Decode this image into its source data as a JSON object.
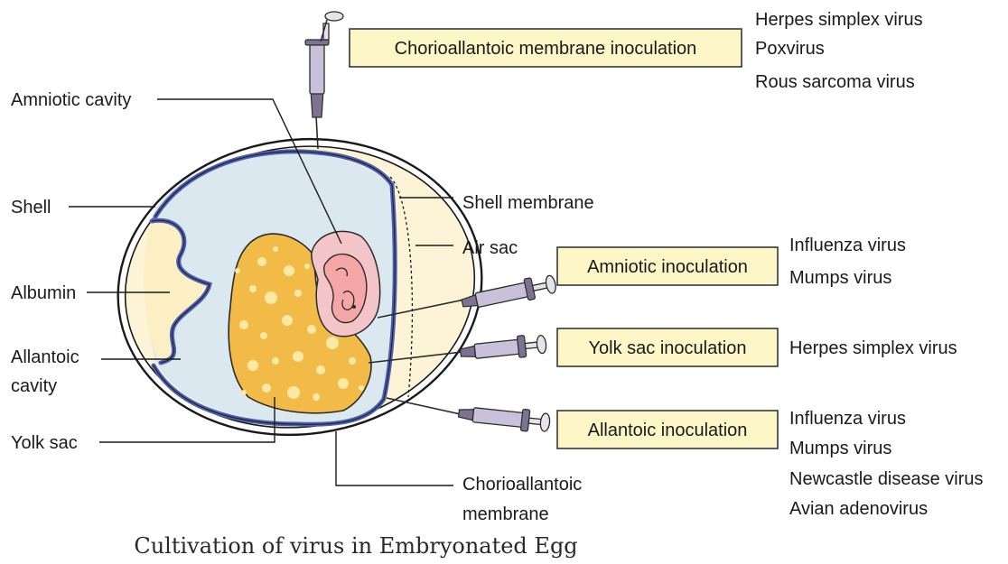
{
  "caption": "Cultivation of virus in Embryonated Egg",
  "labels": {
    "amniotic_cavity": "Amniotic cavity",
    "shell": "Shell",
    "albumin": "Albumin",
    "allantoic_cavity_1": "Allantoic",
    "allantoic_cavity_2": "cavity",
    "yolk_sac": "Yolk sac",
    "shell_membrane": "Shell membrane",
    "air_sac": "Air sac",
    "chorioallantoic_membrane_1": "Chorioallantoic",
    "chorioallantoic_membrane_2": "membrane"
  },
  "inoculations": {
    "cam": {
      "title": "Chorioallantoic membrane inoculation",
      "viruses": [
        "Herpes simplex virus",
        "Poxvirus",
        "Rous sarcoma virus"
      ]
    },
    "amniotic": {
      "title": "Amniotic inoculation",
      "viruses": [
        "Influenza virus",
        "Mumps virus"
      ]
    },
    "yolk": {
      "title": "Yolk sac inoculation",
      "viruses": [
        "Herpes simplex virus"
      ]
    },
    "allantoic": {
      "title": "Allantoic inoculation",
      "viruses": [
        "Influenza virus",
        "Mumps virus",
        "Newcastle disease virus",
        "Avian adenovirus"
      ]
    }
  },
  "colors": {
    "allantoic_fluid": "#dbe8ef",
    "albumin": "#fcefc4",
    "yolk": "#f2bb48",
    "yolk_dot": "#fde9a4",
    "membrane": "#4c5fb0",
    "amnion": "#f3c4c8",
    "embryo": "#f5a7a8",
    "label_box": "#fdf7c8"
  }
}
